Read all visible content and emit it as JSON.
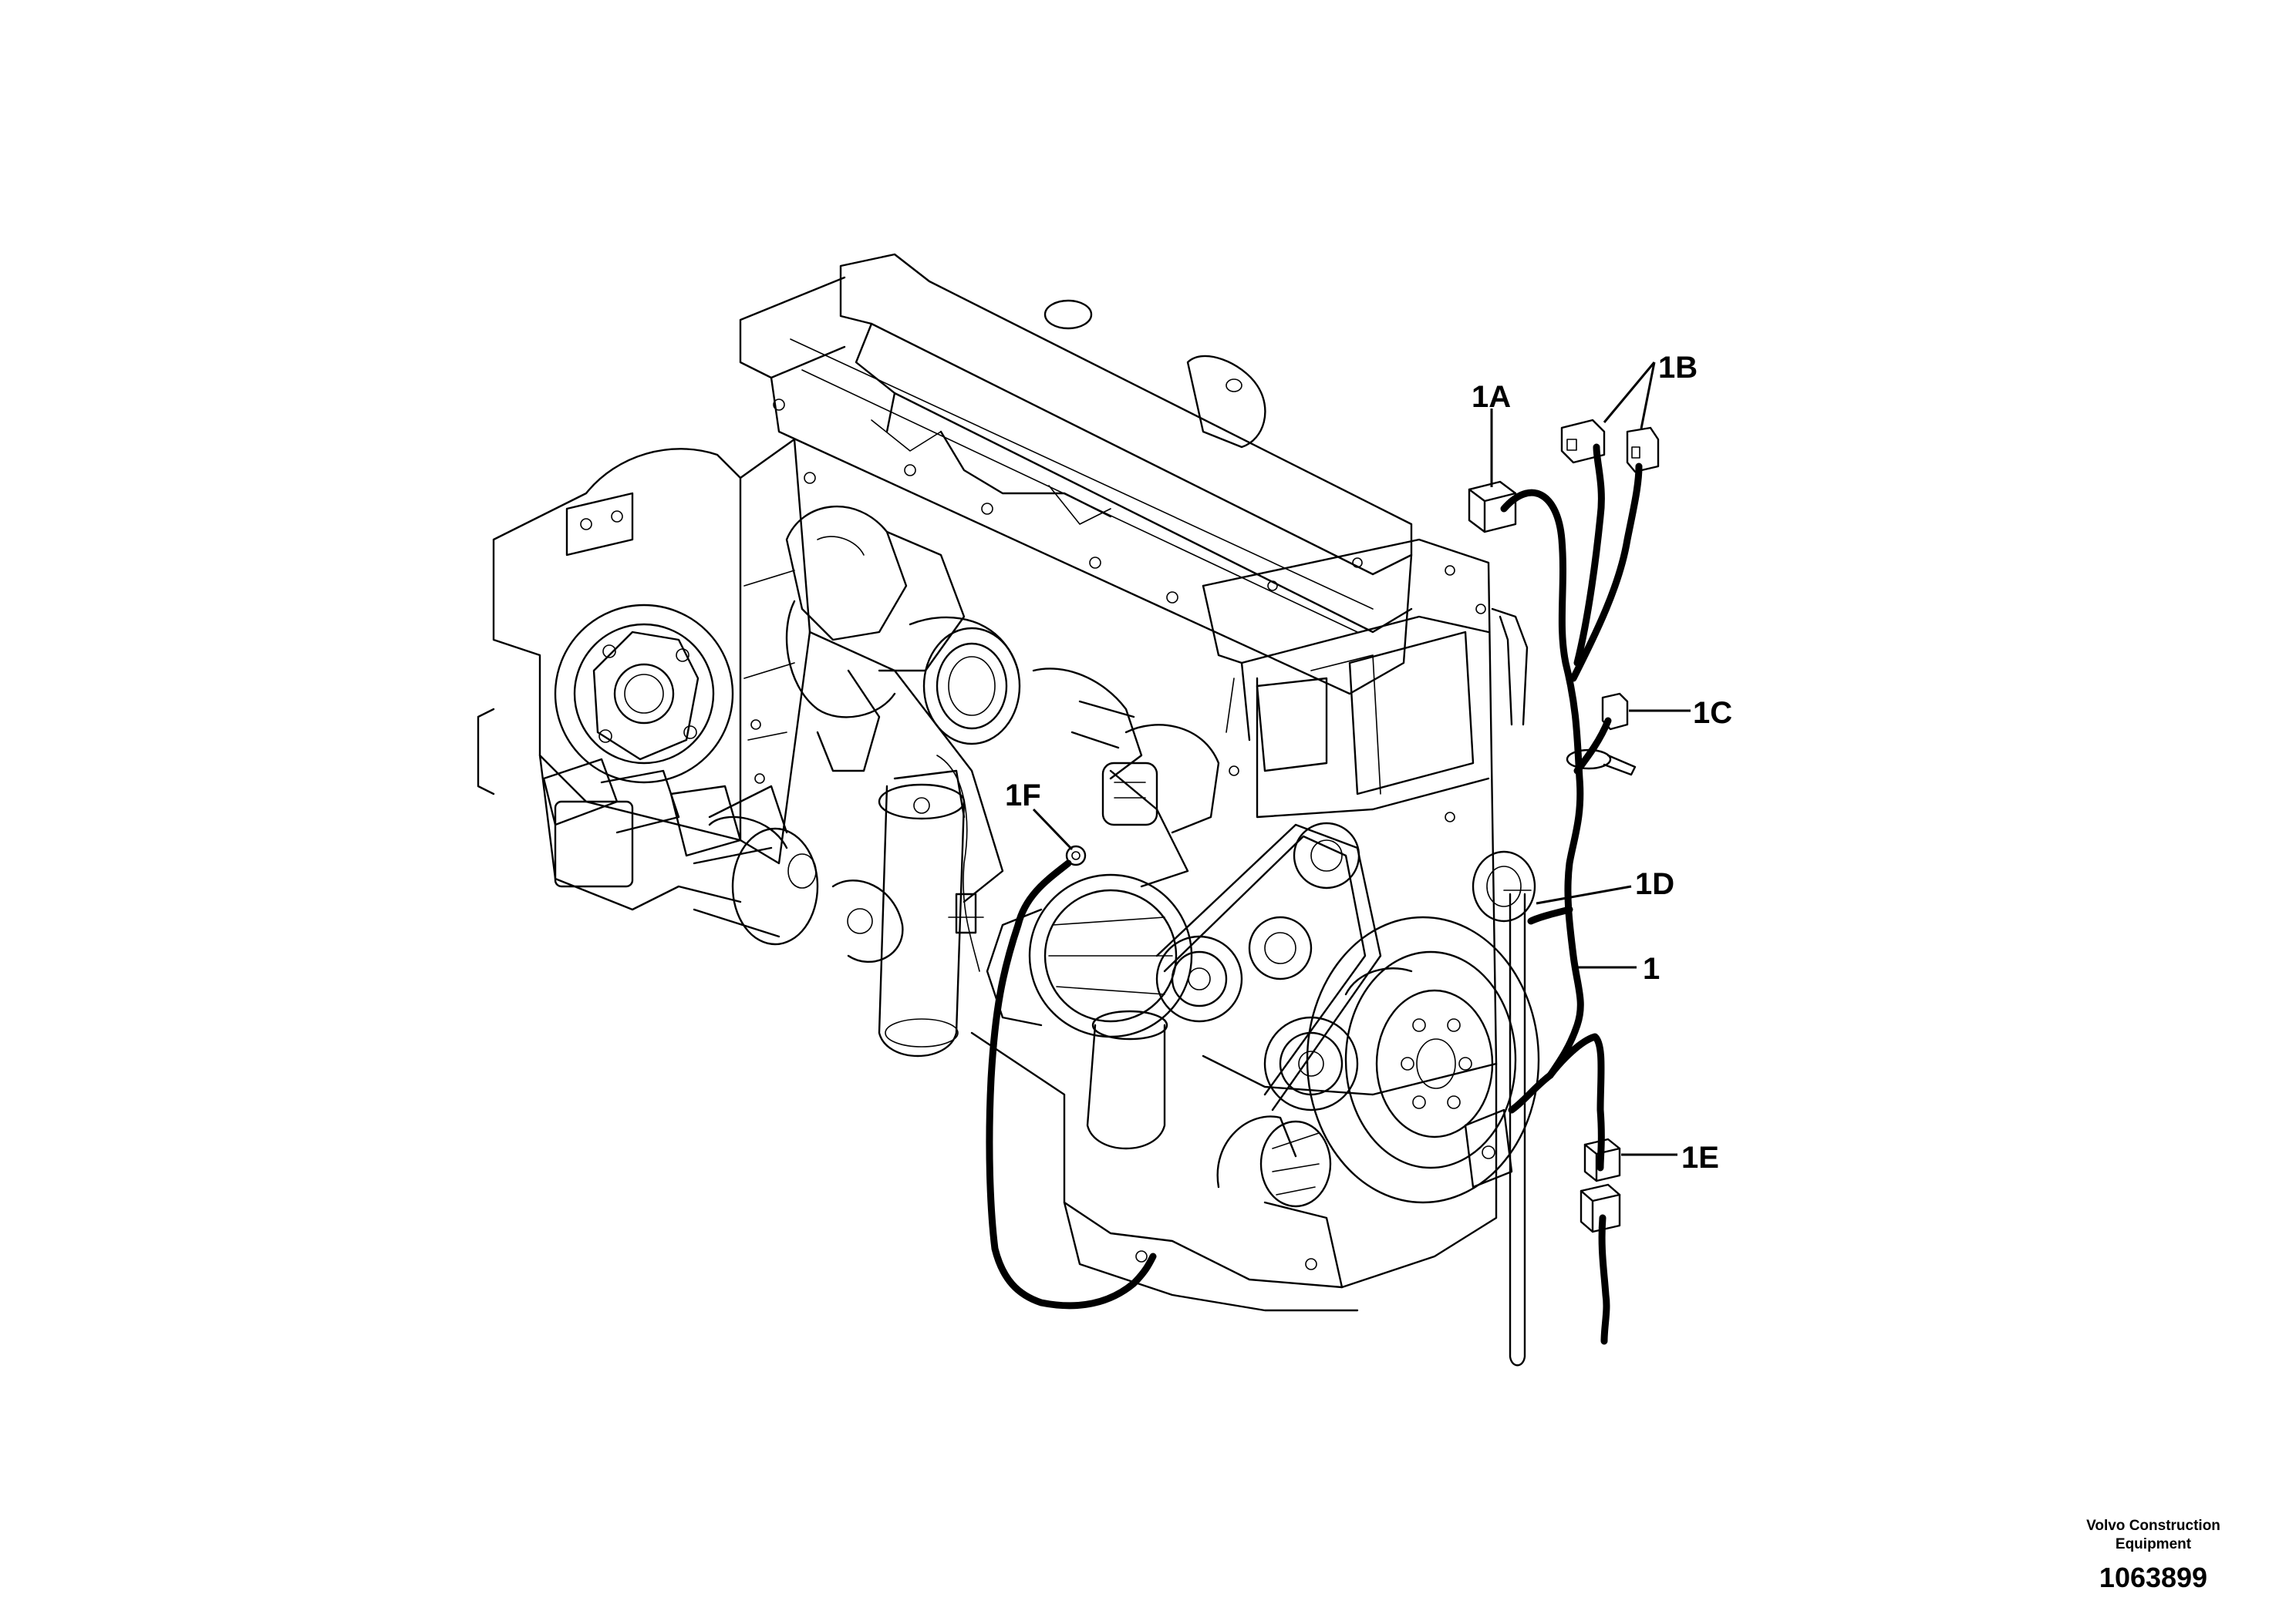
{
  "callouts": {
    "c1": "1",
    "c1a": "1A",
    "c1b": "1B",
    "c1c": "1C",
    "c1d": "1D",
    "c1e": "1E",
    "c1f": "1F"
  },
  "footer": {
    "manufacturer_line1": "Volvo Construction",
    "manufacturer_line2": "Equipment",
    "drawing_number": "1063899"
  }
}
